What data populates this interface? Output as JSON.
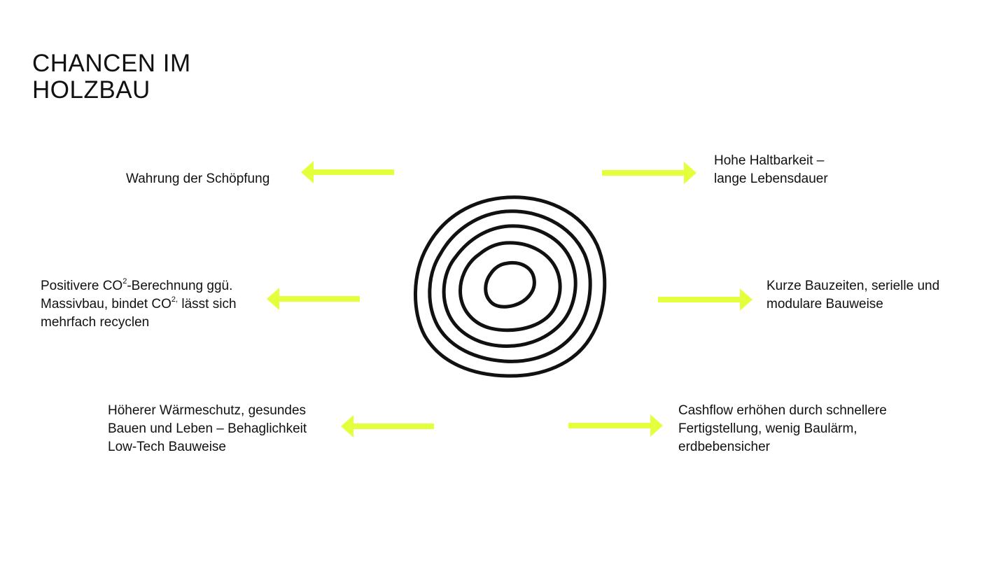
{
  "title": {
    "line1": "CHANCEN IM",
    "line2": "HOLZBAU"
  },
  "colors": {
    "accent": "#e4ff3c",
    "text": "#111111",
    "background": "#ffffff"
  },
  "center_icon": "tree-rings-icon",
  "items": {
    "top_left": {
      "lines": [
        "Wahrung der Schöpfung"
      ]
    },
    "middle_left": {
      "line1_a": "Positivere CO",
      "line1_sup": "2",
      "line1_b": "-Berechnung ggü.",
      "line2_a": "Massivbau, bindet CO",
      "line2_sup": "2,",
      "line2_b": " lässt sich",
      "line3": "mehrfach recyclen"
    },
    "bottom_left": {
      "lines": [
        "Höherer Wärmeschutz, gesundes",
        "Bauen und Leben – Behaglichkeit",
        "Low-Tech Bauweise"
      ]
    },
    "top_right": {
      "lines": [
        "Hohe Haltbarkeit –",
        "lange Lebensdauer"
      ]
    },
    "middle_right": {
      "lines": [
        "Kurze Bauzeiten, serielle und",
        "modulare Bauweise"
      ]
    },
    "bottom_right": {
      "lines": [
        "Cashflow erhöhen durch schnellere",
        "Fertigstellung, wenig Baulärm,",
        "erdbebensicher"
      ]
    }
  }
}
